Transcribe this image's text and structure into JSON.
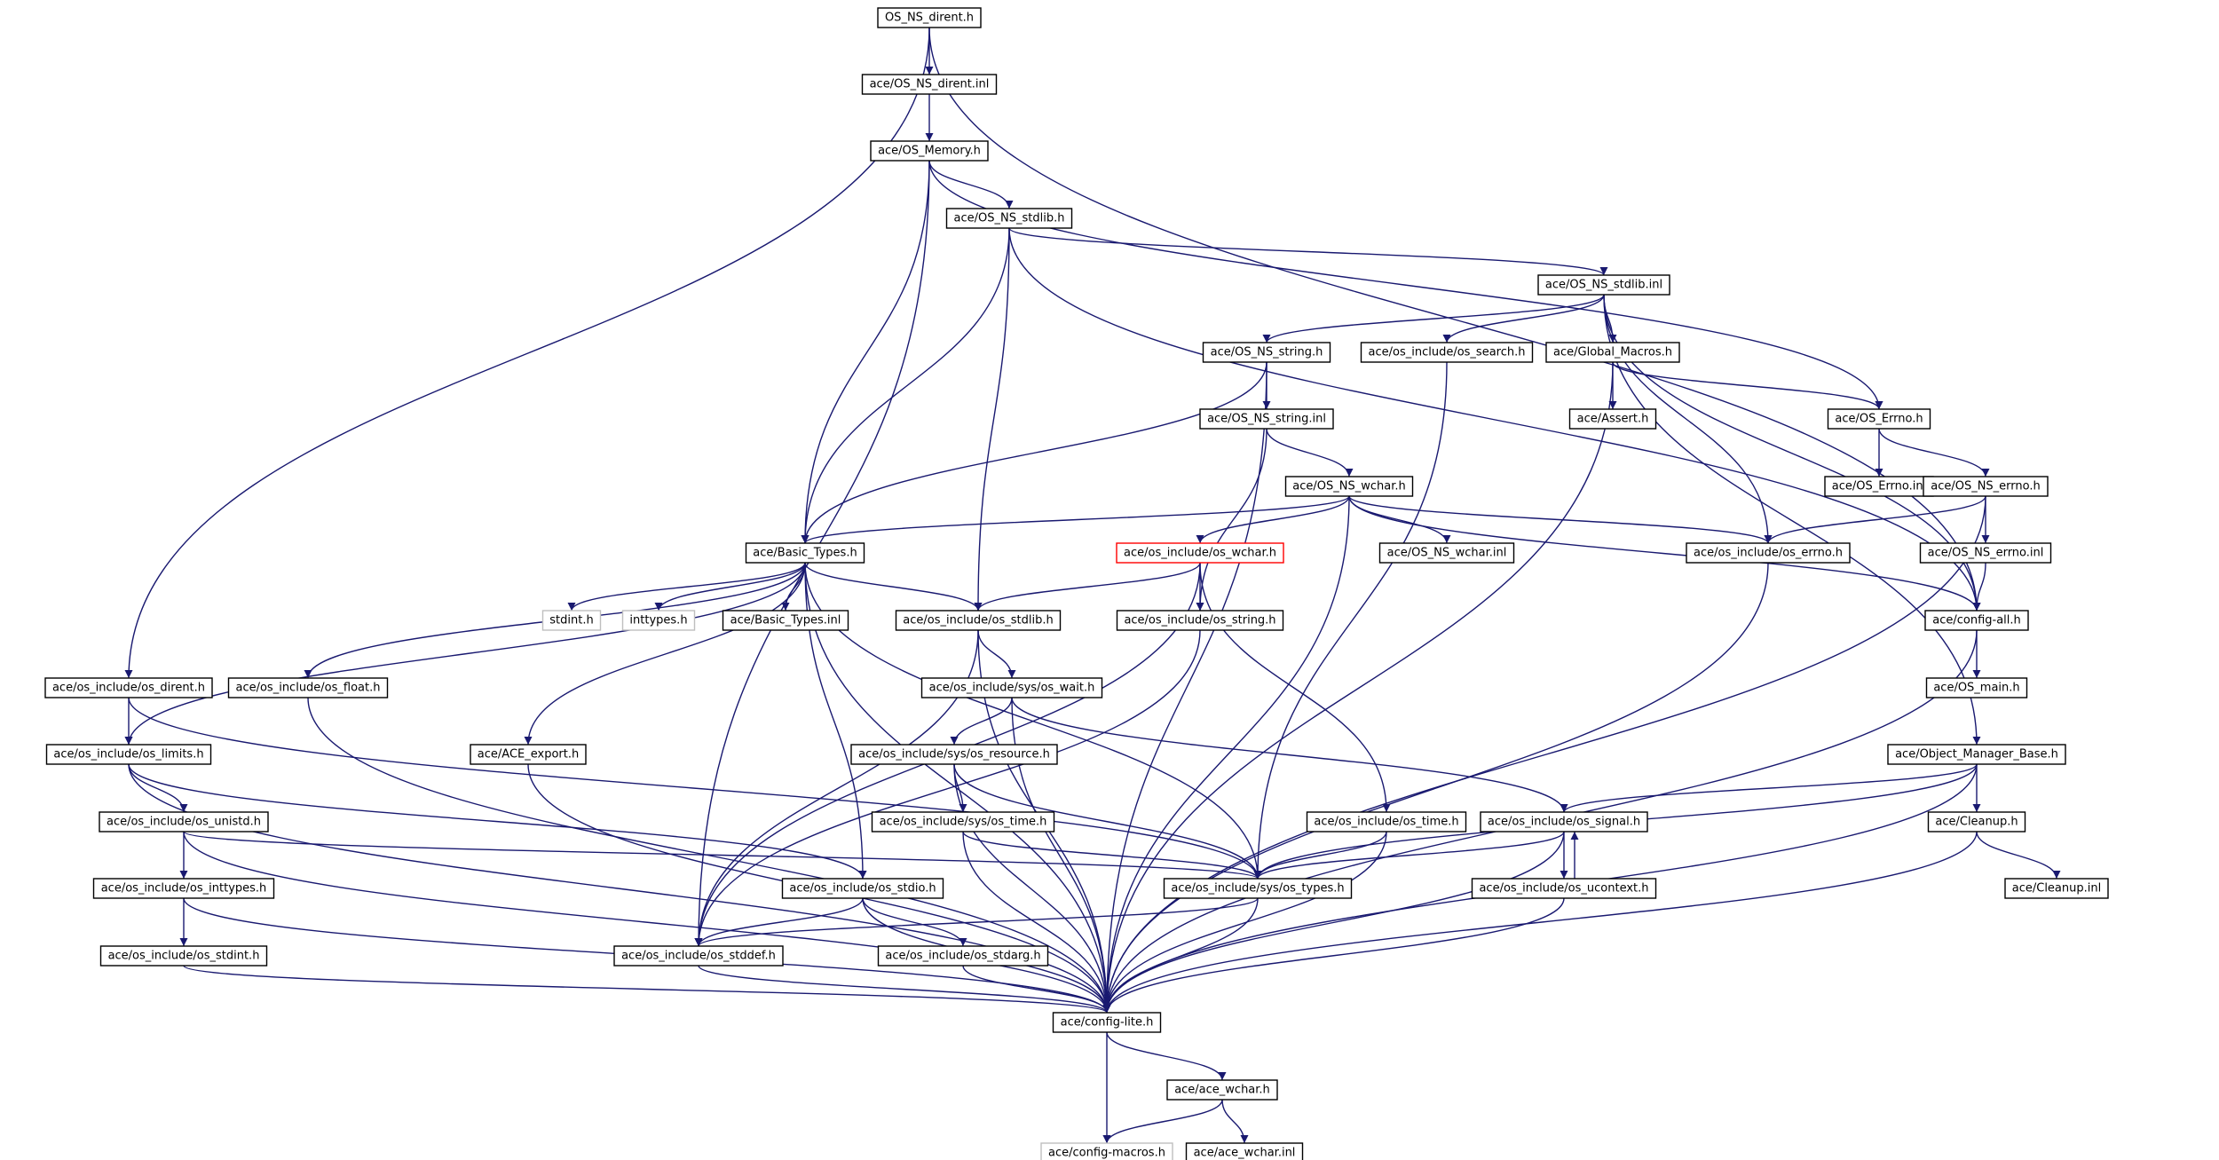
{
  "graph": {
    "colors": {
      "edge": "#191970",
      "node_border": "#000000",
      "root_fill": "#bfbfbf",
      "ghost_border": "#bfbfbf",
      "highlight_border": "#ff0000"
    },
    "nodes": [
      {
        "id": "root",
        "label": "OS_NS_dirent.h",
        "style": "root"
      },
      {
        "id": "dirent_inl",
        "label": "ace/OS_NS_dirent.inl"
      },
      {
        "id": "memory",
        "label": "ace/OS_Memory.h"
      },
      {
        "id": "ns_stdlib",
        "label": "ace/OS_NS_stdlib.h"
      },
      {
        "id": "ns_stdlib_inl",
        "label": "ace/OS_NS_stdlib.inl"
      },
      {
        "id": "ns_string",
        "label": "ace/OS_NS_string.h"
      },
      {
        "id": "os_search",
        "label": "ace/os_include/os_search.h"
      },
      {
        "id": "global_macros",
        "label": "ace/Global_Macros.h"
      },
      {
        "id": "ns_string_inl",
        "label": "ace/OS_NS_string.inl"
      },
      {
        "id": "assert",
        "label": "ace/Assert.h"
      },
      {
        "id": "errno_h",
        "label": "ace/OS_Errno.h"
      },
      {
        "id": "errno_inl",
        "label": "ace/OS_Errno.inl"
      },
      {
        "id": "ns_errno",
        "label": "ace/OS_NS_errno.h"
      },
      {
        "id": "ns_wchar",
        "label": "ace/OS_NS_wchar.h"
      },
      {
        "id": "basic_types",
        "label": "ace/Basic_Types.h"
      },
      {
        "id": "os_wchar",
        "label": "ace/os_include/os_wchar.h",
        "style": "highlight"
      },
      {
        "id": "ns_wchar_inl",
        "label": "ace/OS_NS_wchar.inl"
      },
      {
        "id": "os_errno",
        "label": "ace/os_include/os_errno.h"
      },
      {
        "id": "ns_errno_inl",
        "label": "ace/OS_NS_errno.inl"
      },
      {
        "id": "stdint",
        "label": "stdint.h",
        "style": "ghost"
      },
      {
        "id": "inttypes",
        "label": "inttypes.h",
        "style": "ghost"
      },
      {
        "id": "basic_types_inl",
        "label": "ace/Basic_Types.inl"
      },
      {
        "id": "os_stdlib",
        "label": "ace/os_include/os_stdlib.h"
      },
      {
        "id": "os_string",
        "label": "ace/os_include/os_string.h"
      },
      {
        "id": "config_all",
        "label": "ace/config-all.h"
      },
      {
        "id": "os_dirent",
        "label": "ace/os_include/os_dirent.h"
      },
      {
        "id": "os_float",
        "label": "ace/os_include/os_float.h"
      },
      {
        "id": "os_wait",
        "label": "ace/os_include/sys/os_wait.h"
      },
      {
        "id": "os_main",
        "label": "ace/OS_main.h"
      },
      {
        "id": "os_limits",
        "label": "ace/os_include/os_limits.h"
      },
      {
        "id": "ace_export",
        "label": "ace/ACE_export.h"
      },
      {
        "id": "os_resource",
        "label": "ace/os_include/sys/os_resource.h"
      },
      {
        "id": "obj_mgr",
        "label": "ace/Object_Manager_Base.h"
      },
      {
        "id": "os_unistd",
        "label": "ace/os_include/os_unistd.h"
      },
      {
        "id": "sys_time",
        "label": "ace/os_include/sys/os_time.h"
      },
      {
        "id": "os_time",
        "label": "ace/os_include/os_time.h"
      },
      {
        "id": "os_signal",
        "label": "ace/os_include/os_signal.h"
      },
      {
        "id": "cleanup",
        "label": "ace/Cleanup.h"
      },
      {
        "id": "os_inttypes",
        "label": "ace/os_include/os_inttypes.h"
      },
      {
        "id": "os_stdio",
        "label": "ace/os_include/os_stdio.h"
      },
      {
        "id": "sys_types",
        "label": "ace/os_include/sys/os_types.h"
      },
      {
        "id": "os_ucontext",
        "label": "ace/os_include/os_ucontext.h"
      },
      {
        "id": "cleanup_inl",
        "label": "ace/Cleanup.inl"
      },
      {
        "id": "os_stdint",
        "label": "ace/os_include/os_stdint.h"
      },
      {
        "id": "os_stddef",
        "label": "ace/os_include/os_stddef.h"
      },
      {
        "id": "os_stdarg",
        "label": "ace/os_include/os_stdarg.h"
      },
      {
        "id": "config_lite",
        "label": "ace/config-lite.h"
      },
      {
        "id": "ace_wchar",
        "label": "ace/ace_wchar.h"
      },
      {
        "id": "config_macros",
        "label": "ace/config-macros.h",
        "style": "ghost"
      },
      {
        "id": "ace_wchar_inl",
        "label": "ace/ace_wchar.inl"
      }
    ],
    "edges": [
      [
        "root",
        "dirent_inl"
      ],
      [
        "root",
        "os_dirent"
      ],
      [
        "root",
        "config_all"
      ],
      [
        "dirent_inl",
        "memory"
      ],
      [
        "memory",
        "ns_stdlib"
      ],
      [
        "memory",
        "basic_types"
      ],
      [
        "memory",
        "errno_h"
      ],
      [
        "memory",
        "os_stddef"
      ],
      [
        "ns_stdlib",
        "ns_stdlib_inl"
      ],
      [
        "ns_stdlib",
        "basic_types"
      ],
      [
        "ns_stdlib",
        "os_stdlib"
      ],
      [
        "ns_stdlib",
        "config_all"
      ],
      [
        "ns_stdlib_inl",
        "ns_string"
      ],
      [
        "ns_stdlib_inl",
        "os_search"
      ],
      [
        "ns_stdlib_inl",
        "global_macros"
      ],
      [
        "ns_stdlib_inl",
        "os_errno"
      ],
      [
        "ns_stdlib_inl",
        "config_all"
      ],
      [
        "ns_stdlib_inl",
        "obj_mgr"
      ],
      [
        "ns_string",
        "ns_string_inl"
      ],
      [
        "ns_string",
        "basic_types"
      ],
      [
        "ns_string",
        "config_lite"
      ],
      [
        "os_search",
        "sys_types"
      ],
      [
        "global_macros",
        "assert"
      ],
      [
        "global_macros",
        "errno_h"
      ],
      [
        "global_macros",
        "config_lite"
      ],
      [
        "ns_string_inl",
        "ns_wchar"
      ],
      [
        "ns_string_inl",
        "os_string"
      ],
      [
        "errno_h",
        "errno_inl"
      ],
      [
        "errno_h",
        "ns_errno"
      ],
      [
        "ns_errno",
        "os_errno"
      ],
      [
        "ns_errno",
        "ns_errno_inl"
      ],
      [
        "ns_errno",
        "config_lite"
      ],
      [
        "ns_errno_inl",
        "config_all"
      ],
      [
        "ns_wchar",
        "basic_types"
      ],
      [
        "ns_wchar",
        "os_wchar"
      ],
      [
        "ns_wchar",
        "ns_wchar_inl"
      ],
      [
        "ns_wchar",
        "os_errno"
      ],
      [
        "ns_wchar",
        "config_all"
      ],
      [
        "ns_wchar",
        "config_lite"
      ],
      [
        "basic_types",
        "stdint"
      ],
      [
        "basic_types",
        "inttypes"
      ],
      [
        "basic_types",
        "basic_types_inl"
      ],
      [
        "basic_types",
        "os_stdlib"
      ],
      [
        "basic_types",
        "os_float"
      ],
      [
        "basic_types",
        "os_limits"
      ],
      [
        "basic_types",
        "ace_export"
      ],
      [
        "basic_types",
        "sys_types"
      ],
      [
        "basic_types",
        "config_lite"
      ],
      [
        "basic_types",
        "os_stdio"
      ],
      [
        "os_wchar",
        "os_stdlib"
      ],
      [
        "os_wchar",
        "os_string"
      ],
      [
        "os_wchar",
        "os_time"
      ],
      [
        "os_wchar",
        "os_stddef"
      ],
      [
        "os_errno",
        "config_lite"
      ],
      [
        "os_stdlib",
        "os_wait"
      ],
      [
        "os_stdlib",
        "os_stddef"
      ],
      [
        "os_stdlib",
        "config_lite"
      ],
      [
        "os_string",
        "os_stddef"
      ],
      [
        "config_all",
        "os_main"
      ],
      [
        "config_all",
        "config_lite"
      ],
      [
        "os_dirent",
        "os_limits"
      ],
      [
        "os_dirent",
        "sys_types"
      ],
      [
        "os_float",
        "config_lite"
      ],
      [
        "os_wait",
        "os_resource"
      ],
      [
        "os_wait",
        "os_signal"
      ],
      [
        "os_wait",
        "config_lite"
      ],
      [
        "os_limits",
        "os_unistd"
      ],
      [
        "os_limits",
        "os_stdio"
      ],
      [
        "os_limits",
        "config_lite"
      ],
      [
        "ace_export",
        "config_lite"
      ],
      [
        "os_resource",
        "sys_time"
      ],
      [
        "os_resource",
        "sys_types"
      ],
      [
        "os_resource",
        "config_lite"
      ],
      [
        "obj_mgr",
        "cleanup"
      ],
      [
        "obj_mgr",
        "os_signal"
      ],
      [
        "obj_mgr",
        "sys_types"
      ],
      [
        "obj_mgr",
        "config_lite"
      ],
      [
        "os_unistd",
        "os_inttypes"
      ],
      [
        "os_unistd",
        "sys_types"
      ],
      [
        "os_unistd",
        "config_lite"
      ],
      [
        "sys_time",
        "sys_types"
      ],
      [
        "sys_time",
        "config_lite"
      ],
      [
        "os_time",
        "sys_types"
      ],
      [
        "os_time",
        "config_lite"
      ],
      [
        "os_signal",
        "sys_types"
      ],
      [
        "os_signal",
        "os_ucontext"
      ],
      [
        "os_signal",
        "config_lite"
      ],
      [
        "cleanup",
        "cleanup_inl"
      ],
      [
        "cleanup",
        "config_lite"
      ],
      [
        "os_inttypes",
        "os_stdint"
      ],
      [
        "os_inttypes",
        "config_lite"
      ],
      [
        "os_stdio",
        "os_stddef"
      ],
      [
        "os_stdio",
        "os_stdarg"
      ],
      [
        "os_stdio",
        "config_lite"
      ],
      [
        "sys_types",
        "os_stddef"
      ],
      [
        "sys_types",
        "config_lite"
      ],
      [
        "os_ucontext",
        "os_signal"
      ],
      [
        "os_ucontext",
        "config_lite"
      ],
      [
        "os_stdint",
        "config_lite"
      ],
      [
        "os_stddef",
        "config_lite"
      ],
      [
        "os_stdarg",
        "config_lite"
      ],
      [
        "config_lite",
        "config_macros"
      ],
      [
        "config_lite",
        "ace_wchar"
      ],
      [
        "ace_wchar",
        "ace_wchar_inl"
      ],
      [
        "ace_wchar",
        "config_macros"
      ]
    ]
  }
}
